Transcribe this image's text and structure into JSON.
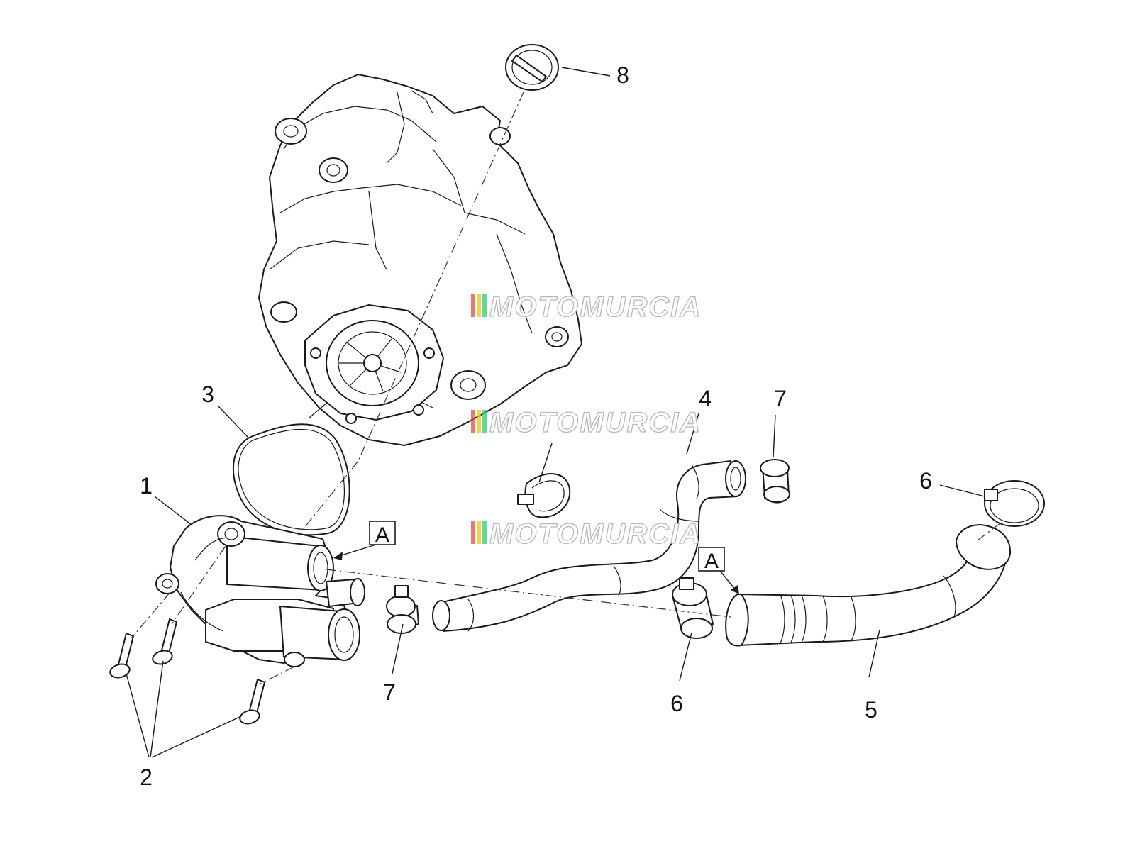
{
  "diagram": {
    "callouts": [
      {
        "id": "c1",
        "text": "1"
      },
      {
        "id": "c2",
        "text": "2"
      },
      {
        "id": "c3",
        "text": "3"
      },
      {
        "id": "c4",
        "text": "4"
      },
      {
        "id": "c5",
        "text": "5"
      },
      {
        "id": "c6a",
        "text": "6"
      },
      {
        "id": "c6b",
        "text": "6"
      },
      {
        "id": "c7a",
        "text": "7"
      },
      {
        "id": "c7b",
        "text": "7"
      },
      {
        "id": "c8",
        "text": "8"
      }
    ],
    "connection_markers": [
      {
        "id": "a1",
        "text": "A"
      },
      {
        "id": "a2",
        "text": "A"
      }
    ],
    "watermark": "MOTOMURCIA",
    "line_color": "#1a1a1a",
    "watermark_colors": [
      "#e74c3c",
      "#f1c40f",
      "#2ecc71"
    ]
  }
}
